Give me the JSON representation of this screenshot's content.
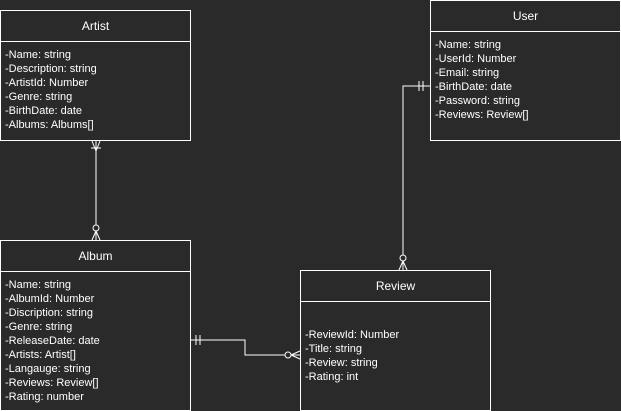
{
  "colors": {
    "background": "#2a2a2a",
    "foreground": "#ffffff"
  },
  "entities": {
    "artist": {
      "title": "Artist",
      "fields": [
        "-Name: string",
        "-Description: string",
        "-ArtistId: Number",
        "-Genre: string",
        "-BirthDate: date",
        "-Albums: Albums[]"
      ]
    },
    "user": {
      "title": "User",
      "fields": [
        "-Name: string",
        "-UserId: Number",
        "-Email: string",
        "-BirthDate: date",
        "-Password: string",
        "-Reviews: Review[]"
      ]
    },
    "album": {
      "title": "Album",
      "fields": [
        "-Name: string",
        "-AlbumId: Number",
        "-Discription: string",
        "-Genre: string",
        "-ReleaseDate: date",
        "-Artists: Artist[]",
        "-Langauge: string",
        "-Reviews: Review[]",
        "-Rating: number"
      ]
    },
    "review": {
      "title": "Review",
      "fields": [
        "-ReviewId: Number",
        "-Title: string",
        "-Review: string",
        "-Rating: int"
      ]
    }
  },
  "relationships": [
    {
      "from": "artist",
      "to": "album",
      "from_cardinality": "one-or-many",
      "to_cardinality": "zero-or-many"
    },
    {
      "from": "user",
      "to": "review",
      "from_cardinality": "exactly-one",
      "to_cardinality": "zero-or-many"
    },
    {
      "from": "album",
      "to": "review",
      "from_cardinality": "exactly-one",
      "to_cardinality": "zero-or-many"
    }
  ]
}
